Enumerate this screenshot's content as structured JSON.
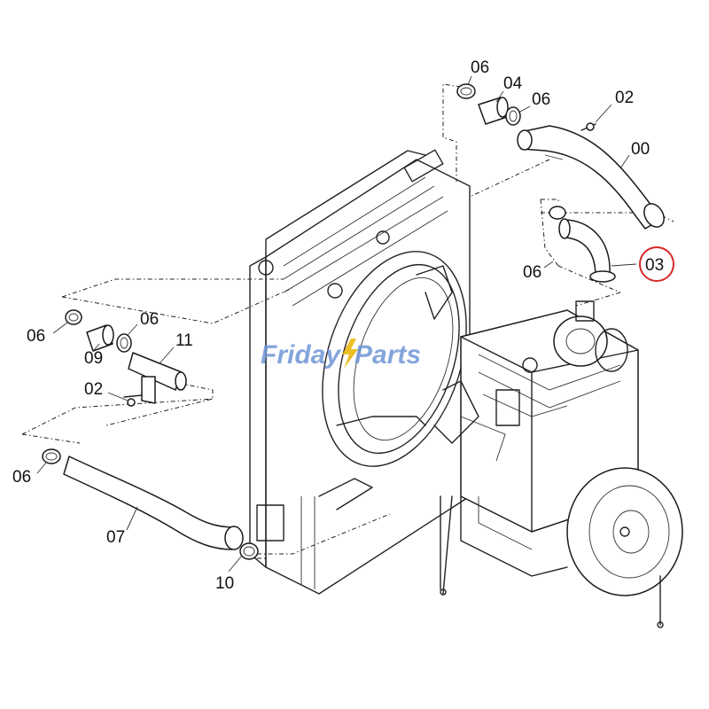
{
  "watermark": {
    "word1": "Friday",
    "word2": "Parts",
    "color1": "#6f96d6",
    "color2": "#6f96d6",
    "accent": "#e8b400"
  },
  "highlight_color": "#d62828",
  "callouts": {
    "c06_top": "06",
    "c04": "04",
    "c06_top_right": "06",
    "c02_top": "02",
    "c00": "00",
    "c03": "03",
    "c06_mid": "06",
    "c06_left": "06",
    "c09": "09",
    "c06_left2": "06",
    "c11": "11",
    "c02_left": "02",
    "c06_bottom": "06",
    "c07": "07",
    "c10": "10"
  }
}
